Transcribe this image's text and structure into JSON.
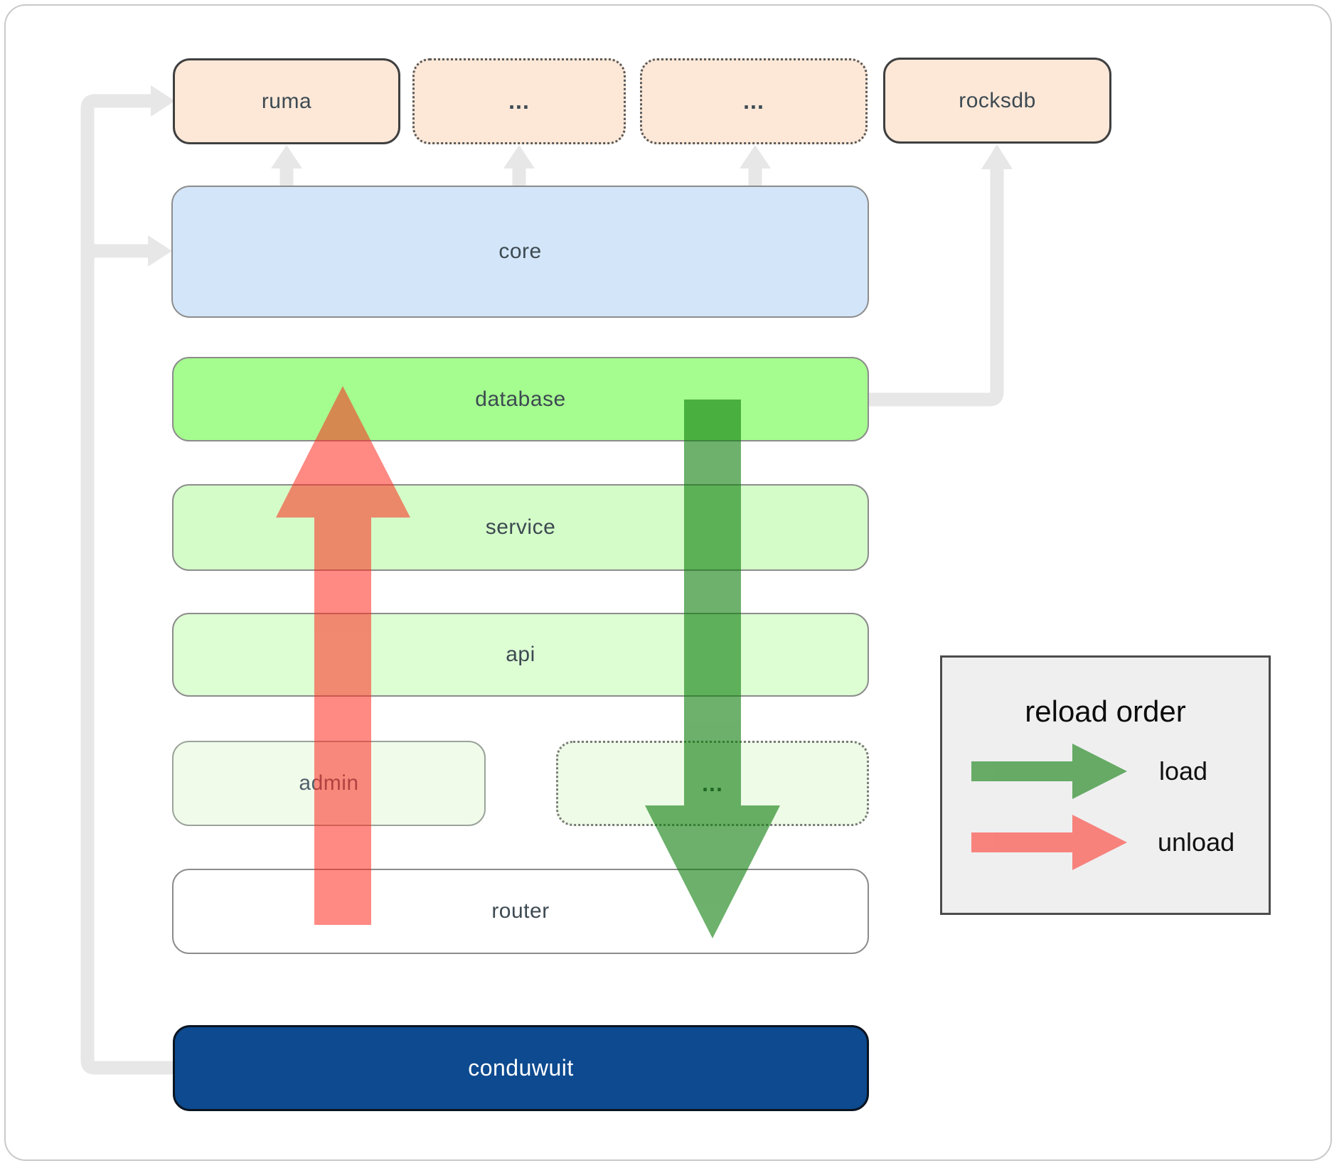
{
  "boxes": {
    "ruma": {
      "label": "ruma"
    },
    "ellipsis1": {
      "label": "..."
    },
    "ellipsis2": {
      "label": "..."
    },
    "rocksdb": {
      "label": "rocksdb"
    },
    "core": {
      "label": "core"
    },
    "database": {
      "label": "database"
    },
    "service": {
      "label": "service"
    },
    "api": {
      "label": "api"
    },
    "admin": {
      "label": "admin"
    },
    "ellipsis3": {
      "label": "..."
    },
    "router": {
      "label": "router"
    },
    "conduwuit": {
      "label": "conduwuit"
    }
  },
  "legend": {
    "title": "reload order",
    "load_label": "load",
    "unload_label": "unload"
  },
  "arrows": {
    "load_direction": "down",
    "unload_direction": "up"
  },
  "colors": {
    "load_arrow": "#0c7d0a",
    "unload_arrow": "#ff2a1f",
    "peach": "#fde8d8",
    "core_blue": "#d3e5f8",
    "database_green": "#a5fc8f",
    "service_green": "#d4fcc8",
    "api_green": "#ddfdd3",
    "admin_green": "#f0fbea",
    "router_white": "#ffffff",
    "conduwuit_navy": "#0d4a8f",
    "connector_gray": "#e7e7e7"
  }
}
